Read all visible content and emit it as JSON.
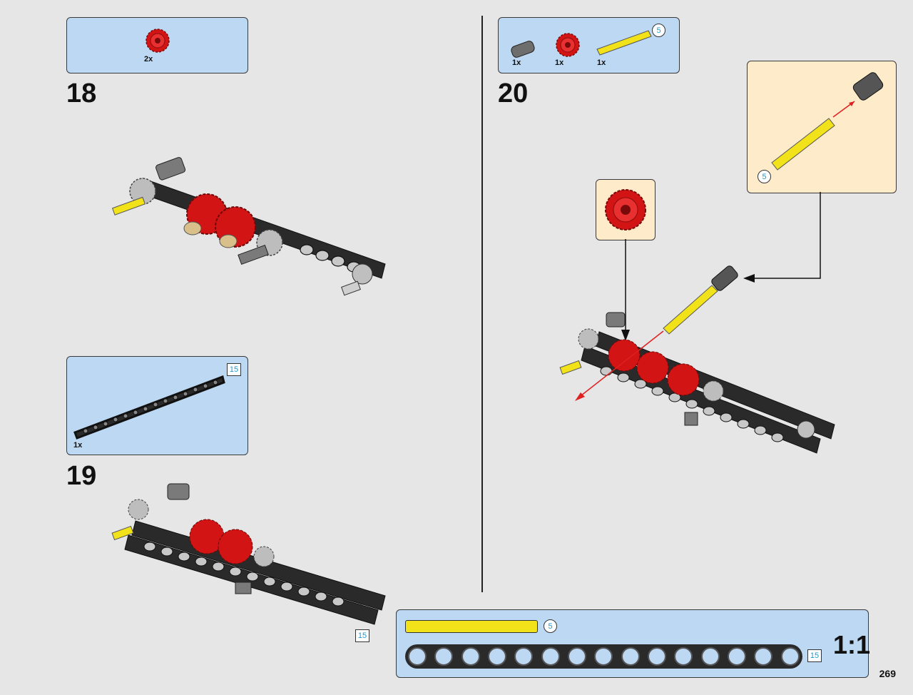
{
  "page": {
    "number": "269"
  },
  "steps": [
    {
      "number": "18",
      "parts": [
        {
          "name": "red-gear",
          "qty": "2x"
        }
      ]
    },
    {
      "number": "19",
      "parts": [
        {
          "name": "beam-15",
          "qty": "1x",
          "size": "15"
        }
      ],
      "assembly_badge": "15"
    },
    {
      "number": "20",
      "parts": [
        {
          "name": "dark-gray-axle-connector",
          "qty": "1x"
        },
        {
          "name": "red-gear",
          "qty": "1x"
        },
        {
          "name": "yellow-axle-5",
          "qty": "1x",
          "size": "5"
        }
      ],
      "callout_badge": "5"
    }
  ],
  "scale_reference": {
    "label": "1:1",
    "axle_length": "5",
    "beam_length": "15",
    "beam_holes": 15
  },
  "colors": {
    "parts_box": "#bcd8f2",
    "callout": "#fdebc9",
    "red_gear": "#d21414",
    "yellow_axle": "#f2e21a",
    "beam": "#2a2a2a",
    "badge_text": "#1a9ad6",
    "assembly_arrow": "#e02020"
  }
}
